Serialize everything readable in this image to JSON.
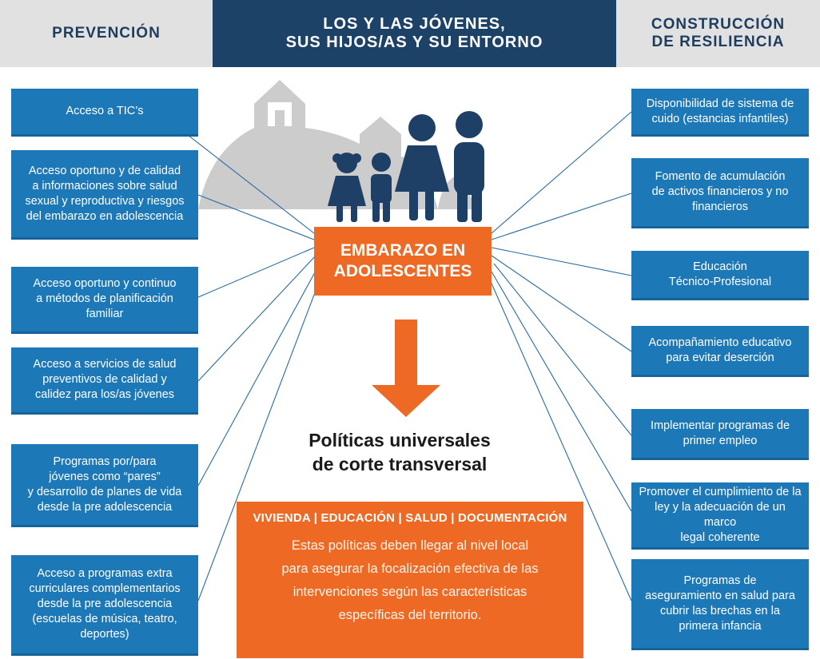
{
  "header": {
    "left": "PREVENCIÓN",
    "center": [
      "LOS Y LAS JÓVENES,",
      "SUS HIJOS/AS Y SU ENTORNO"
    ],
    "right": [
      "CONSTRUCCIÓN",
      "DE RESILIENCIA"
    ]
  },
  "left_items": [
    [
      "Acceso a TIC’s"
    ],
    [
      "Acceso oportuno y de calidad",
      "a informaciones sobre salud",
      "sexual y reproductiva y riesgos",
      "del embarazo en adolescencia"
    ],
    [
      "Acceso oportuno y continuo",
      "a métodos de planificación",
      "familiar"
    ],
    [
      "Acceso a servicios de salud",
      "preventivos de calidad y",
      "calidez para los/as jóvenes"
    ],
    [
      "Programas por/para",
      "jóvenes como “pares”",
      "y desarrollo de planes de vida",
      "desde la pre adolescencia"
    ],
    [
      "Acceso a programas extra",
      "curriculares complementarios",
      "desde la pre adolescencia",
      "(escuelas de música, teatro,",
      "deportes)"
    ]
  ],
  "right_items": [
    [
      "Disponibilidad de sistema de",
      "cuido (estancias infantiles)"
    ],
    [
      "Fomento de acumulación",
      "de activos financieros y no",
      "financieros"
    ],
    [
      "Educación",
      "Técnico-Profesional"
    ],
    [
      "Acompañamiento educativo",
      "para evitar deserción"
    ],
    [
      "Implementar programas de",
      "primer empleo"
    ],
    [
      "Promover el cumplimiento de la",
      "ley y la adecuación de un marco",
      "legal coherente"
    ],
    [
      "Programas de",
      "aseguramiento en salud para",
      "cubrir las brechas en la",
      "primera infancia"
    ]
  ],
  "center": {
    "title": [
      "EMBARAZO EN",
      "ADOLESCENTES"
    ]
  },
  "policies": {
    "title": [
      "Políticas universales",
      "de corte transversal"
    ],
    "areas": "VIVIENDA | EDUCACIÓN | SALUD | DOCUMENTACIÓN",
    "text": [
      "Estas políticas deben llegar al nivel local",
      "para asegurar la focalización efectiva de las",
      "intervenciones según las características",
      "específicas del territorio."
    ]
  },
  "colors": {
    "navy": "#1d4267",
    "blue_box": "#1d78b7",
    "orange": "#ee6a24",
    "gray_header": "#e1e1e1",
    "illustration_gray": "#cccccc"
  }
}
